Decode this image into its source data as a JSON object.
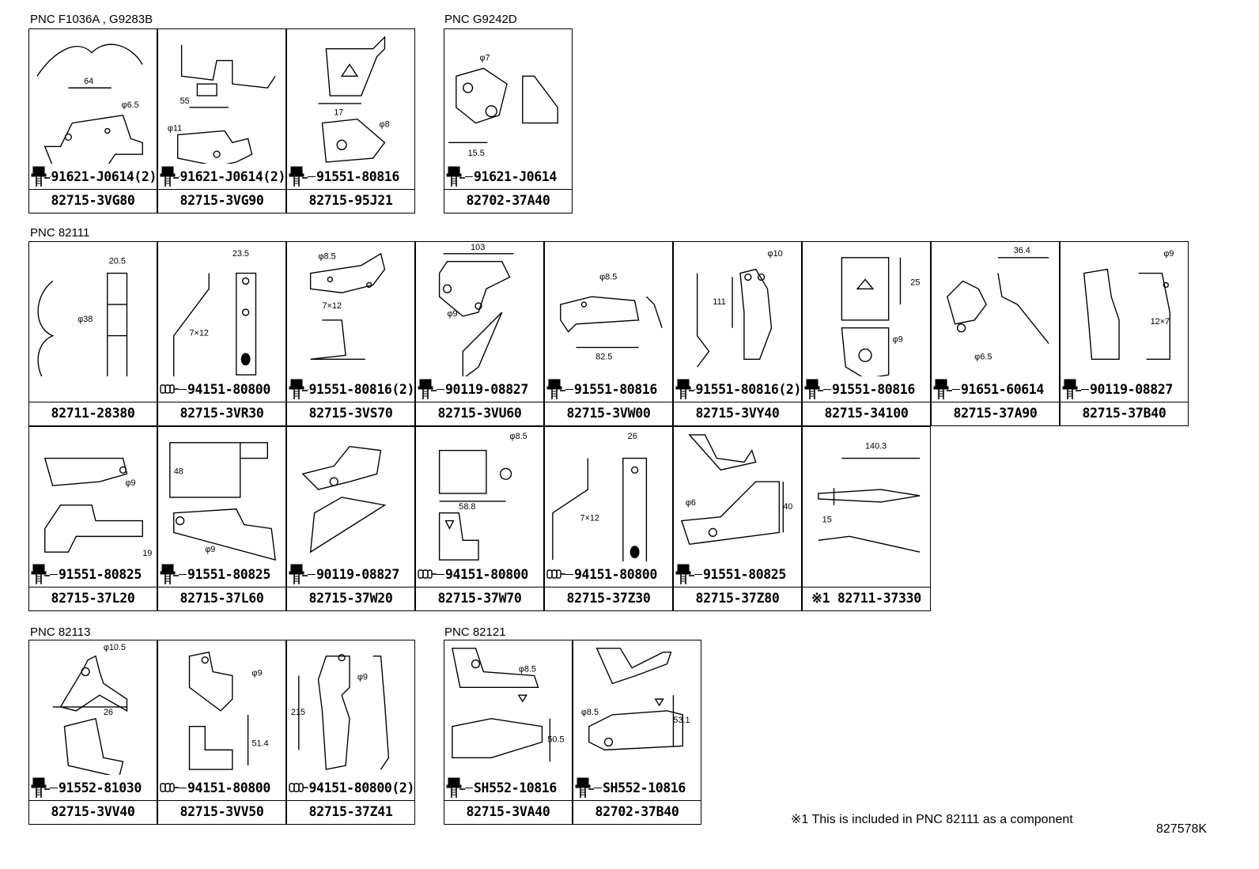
{
  "groups": [
    {
      "label": "PNC F1036A , G9283B",
      "cells": [
        {
          "fastener": "91621-J0614(2)",
          "fastener_type": "bolt",
          "part": "82715-3VG80",
          "dims": [
            "64",
            "φ6.5"
          ]
        },
        {
          "fastener": "91621-J0614(2)",
          "fastener_type": "bolt",
          "part": "82715-3VG90",
          "dims": [
            "55",
            "φ11"
          ]
        },
        {
          "fastener": "91551-80816",
          "fastener_type": "bolt",
          "part": "82715-95J21",
          "dims": [
            "17",
            "φ8"
          ]
        }
      ]
    },
    {
      "label": "PNC G9242D",
      "cells": [
        {
          "fastener": "91621-J0614",
          "fastener_type": "bolt",
          "part": "82702-37A40",
          "dims": [
            "φ7",
            "15.5"
          ]
        }
      ]
    },
    {
      "label": "PNC 82111",
      "cells": [
        {
          "fastener": "",
          "fastener_type": "none",
          "part": "82711-28380",
          "dims": [
            "20.5",
            "φ38"
          ]
        },
        {
          "fastener": "94151-80800",
          "fastener_type": "nut",
          "part": "82715-3VR30",
          "dims": [
            "23.5",
            "7×12"
          ]
        },
        {
          "fastener": "91551-80816(2)",
          "fastener_type": "bolt",
          "part": "82715-3VS70",
          "dims": [
            "φ8.5",
            "7×12"
          ]
        },
        {
          "fastener": "90119-08827",
          "fastener_type": "bolt",
          "part": "82715-3VU60",
          "dims": [
            "103",
            "φ9"
          ]
        },
        {
          "fastener": "91551-80816",
          "fastener_type": "bolt",
          "part": "82715-3VW00",
          "dims": [
            "φ8.5",
            "82.5"
          ]
        },
        {
          "fastener": "91551-80816(2)",
          "fastener_type": "bolt",
          "part": "82715-3VY40",
          "dims": [
            "φ10",
            "111"
          ]
        },
        {
          "fastener": "91551-80816",
          "fastener_type": "bolt",
          "part": "82715-34100",
          "dims": [
            "25",
            "φ9"
          ]
        },
        {
          "fastener": "91651-60614",
          "fastener_type": "bolt",
          "part": "82715-37A90",
          "dims": [
            "36.4",
            "φ6.5"
          ]
        },
        {
          "fastener": "90119-08827",
          "fastener_type": "bolt",
          "part": "82715-37B40",
          "dims": [
            "φ9",
            "12×7"
          ]
        },
        {
          "fastener": "91551-80825",
          "fastener_type": "bolt",
          "part": "82715-37L20",
          "dims": [
            "φ9",
            "19"
          ]
        },
        {
          "fastener": "91551-80825",
          "fastener_type": "bolt",
          "part": "82715-37L60",
          "dims": [
            "48",
            "φ9"
          ]
        },
        {
          "fastener": "90119-08827",
          "fastener_type": "bolt",
          "part": "82715-37W20",
          "dims": []
        },
        {
          "fastener": "94151-80800",
          "fastener_type": "nut",
          "part": "82715-37W70",
          "dims": [
            "φ8.5",
            "58.8"
          ]
        },
        {
          "fastener": "94151-80800",
          "fastener_type": "nut",
          "part": "82715-37Z30",
          "dims": [
            "26",
            "7×12"
          ]
        },
        {
          "fastener": "91551-80825",
          "fastener_type": "bolt",
          "part": "82715-37Z80",
          "dims": [
            "φ6",
            "40"
          ]
        },
        {
          "fastener": "",
          "fastener_type": "none",
          "part": "※1 82711-37330",
          "dims": [
            "140.3",
            "15"
          ]
        }
      ]
    },
    {
      "label": "PNC 82113",
      "cells": [
        {
          "fastener": "91552-81030",
          "fastener_type": "bolt",
          "part": "82715-3VV40",
          "dims": [
            "φ10.5",
            "26"
          ]
        },
        {
          "fastener": "94151-80800",
          "fastener_type": "nut",
          "part": "82715-3VV50",
          "dims": [
            "φ9",
            "51.4"
          ]
        },
        {
          "fastener": "94151-80800(2)",
          "fastener_type": "nut",
          "part": "82715-37Z41",
          "dims": [
            "215",
            "φ9"
          ]
        }
      ]
    },
    {
      "label": "PNC 82121",
      "cells": [
        {
          "fastener": "SH552-10816",
          "fastener_type": "bolt",
          "part": "82715-3VA40",
          "dims": [
            "φ8.5",
            "50.5"
          ]
        },
        {
          "fastener": "SH552-10816",
          "fastener_type": "bolt",
          "part": "82702-37B40",
          "dims": [
            "φ8.5",
            "53.1"
          ]
        }
      ]
    }
  ],
  "footnote": "※1 This is included in PNC 82111 as a component",
  "figure_id": "827578K"
}
